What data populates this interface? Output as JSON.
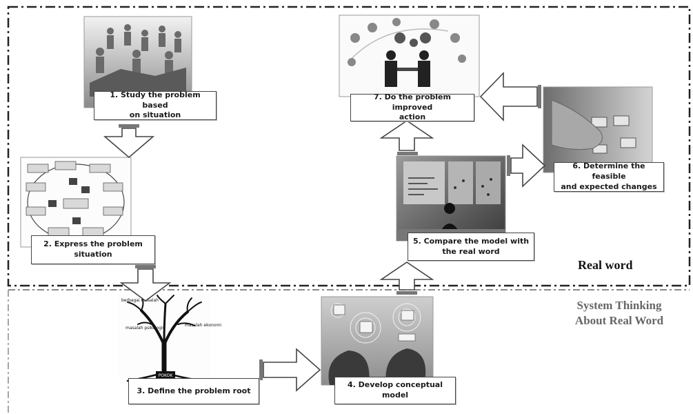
{
  "regions": {
    "real_world_label": "Real word",
    "system_thinking_label_line1": "System Thinking",
    "system_thinking_label_line2": "About Real Word"
  },
  "steps": [
    {
      "label_line1": "1. Study the problem based",
      "label_line2": "on situation"
    },
    {
      "label_line1": "2. Express the problem",
      "label_line2": "situation"
    },
    {
      "label_line1": "3. Define the problem root",
      "label_line2": ""
    },
    {
      "label_line1": "4. Develop conceptual",
      "label_line2": "model"
    },
    {
      "label_line1": "5. Compare the model with",
      "label_line2": "the real word"
    },
    {
      "label_line1": "6. Determine the feasible",
      "label_line2": "and expected changes"
    },
    {
      "label_line1": "7. Do the problem improved",
      "label_line2": "action"
    }
  ],
  "tree_labels": {
    "left": "berbagai masalah",
    "mid_left": "masalah psikologis",
    "right": "masalah ekonomi",
    "root": "POKOK"
  }
}
